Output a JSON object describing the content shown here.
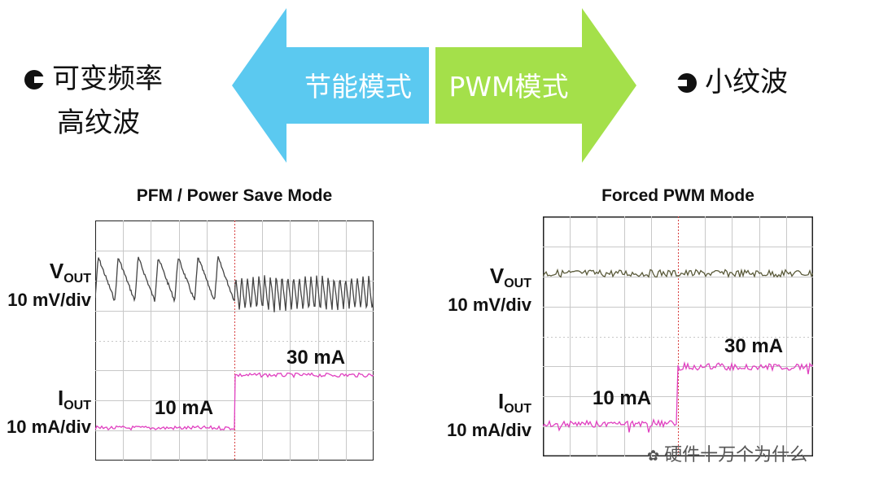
{
  "left_note": {
    "line1": "可变频率",
    "line2": "高纹波"
  },
  "right_note": {
    "text": "小纹波"
  },
  "arrow": {
    "left_text": "节能模式",
    "right_text": "PWM模式",
    "left_color": "#5bc9f0",
    "right_color": "#a4e04a"
  },
  "panels": [
    {
      "title": "PFM / Power Save Mode",
      "vout_label": "V",
      "vout_sub": "OUT",
      "vout_scale": "10 mV/div",
      "iout_label": "I",
      "iout_sub": "OUT",
      "iout_scale": "10 mA/div",
      "low_current": "10 mA",
      "high_current": "30 mA"
    },
    {
      "title": "Forced PWM Mode",
      "vout_label": "V",
      "vout_sub": "OUT",
      "vout_scale": "10 mV/div",
      "iout_label": "I",
      "iout_sub": "OUT",
      "iout_scale": "10 mA/div",
      "low_current": "10 mA",
      "high_current": "30 mA"
    }
  ],
  "trace_colors": {
    "vout_pfm": "#444444",
    "vout_pwm": "#5a5a3a",
    "iout": "#e040c0",
    "grid": "#c8c8c8"
  },
  "watermark": "硬件十万个为什么"
}
